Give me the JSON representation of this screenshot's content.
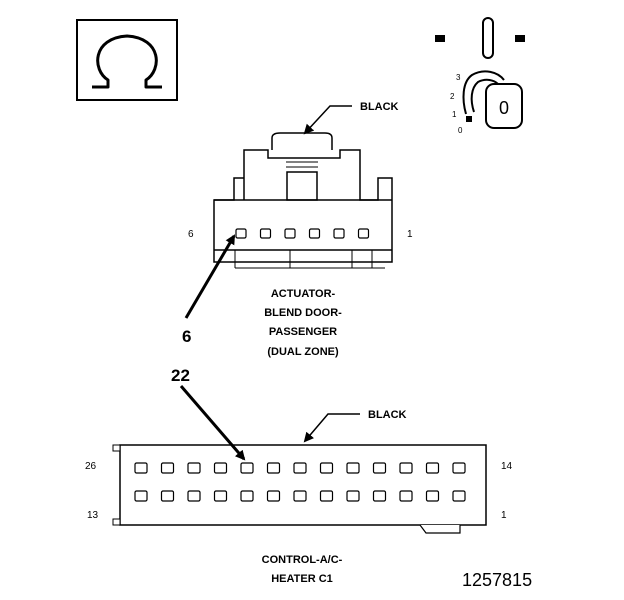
{
  "symbols": {
    "ohm_icon": "ohm-meter-icon",
    "key_icon": "ignition-key-icon"
  },
  "ignition": {
    "positions": [
      "3",
      "2",
      "1",
      "0"
    ],
    "key_glyph": "0"
  },
  "connector_top": {
    "color_label": "BLACK",
    "pin_left": "6",
    "pin_right": "1",
    "callout": "6",
    "title_lines": [
      "ACTUATOR-",
      "BLEND DOOR-",
      "PASSENGER",
      "(DUAL ZONE)"
    ]
  },
  "connector_bottom": {
    "color_label": "BLACK",
    "pin_top_left": "26",
    "pin_top_right": "14",
    "pin_bottom_left": "13",
    "pin_bottom_right": "1",
    "callout": "22",
    "title_lines": [
      "CONTROL-A/C-",
      "HEATER C1"
    ]
  },
  "figure_number": "1257815"
}
